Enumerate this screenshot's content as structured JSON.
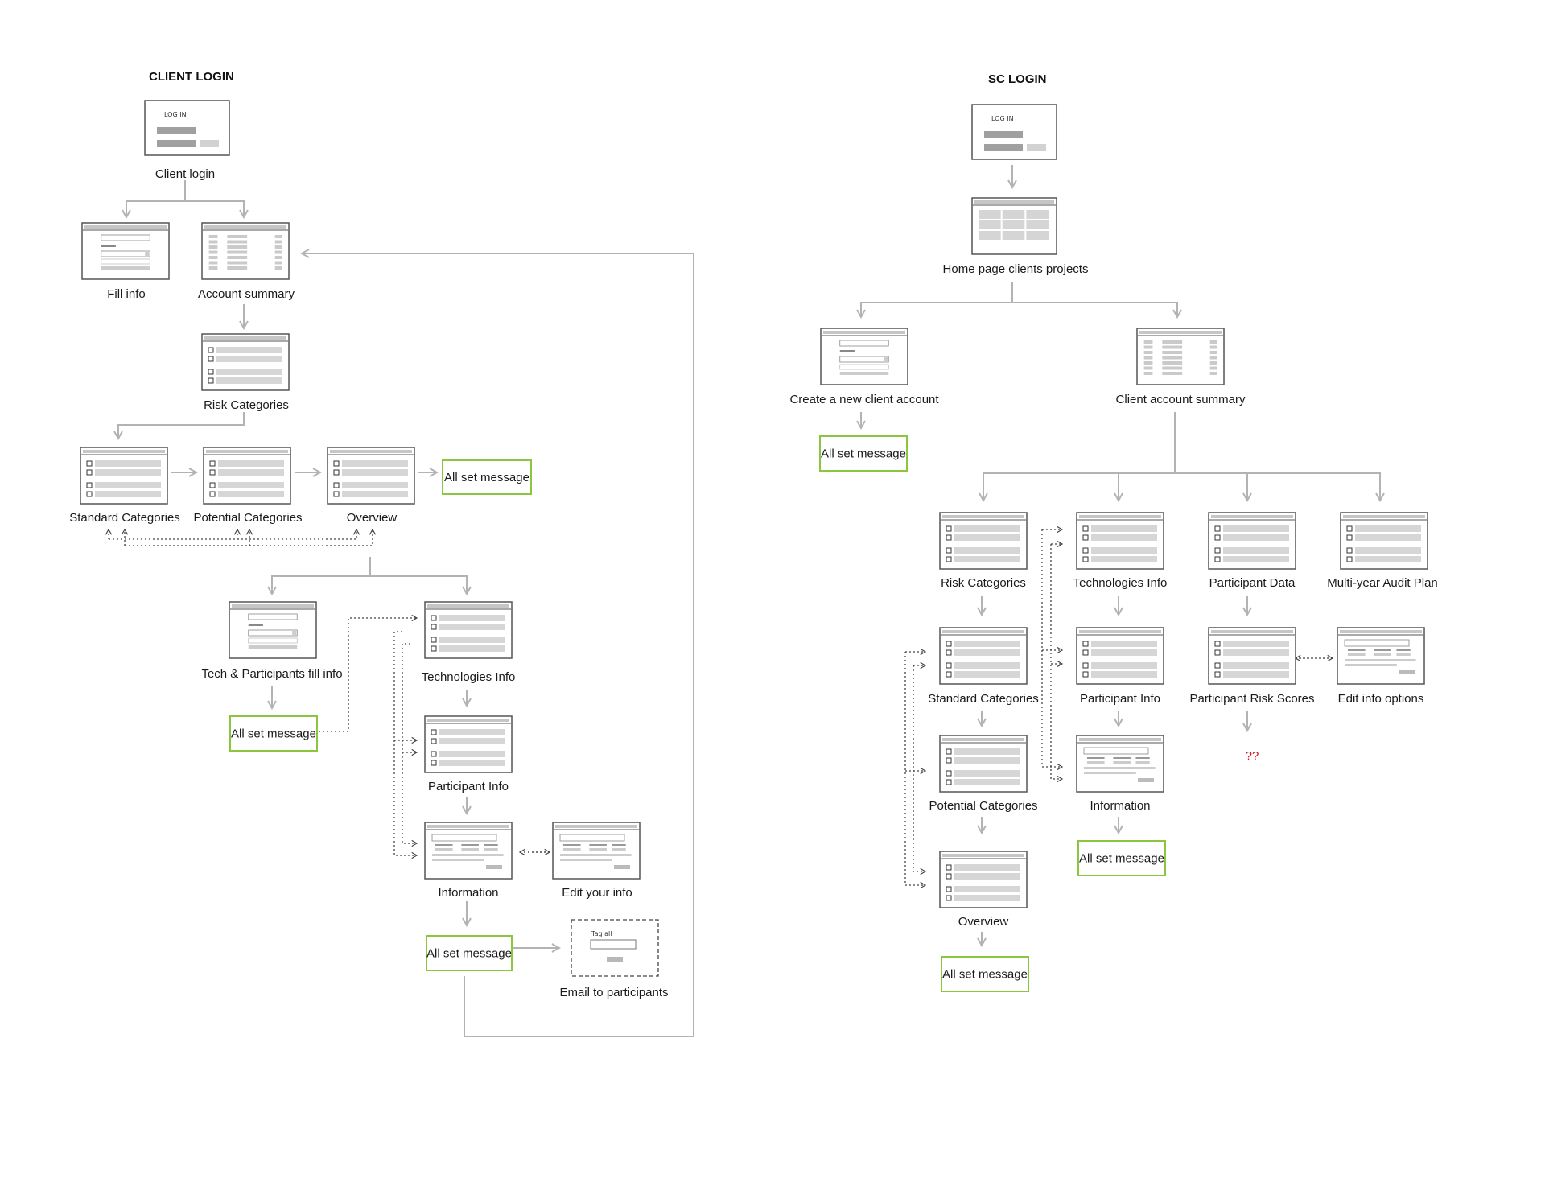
{
  "titles": {
    "client": "CLIENT LOGIN",
    "sc": "SC LOGIN"
  },
  "login_widget_text": "LOG IN",
  "email_widget_text": "Tag all",
  "colors": {
    "accent_green": "#8cc63f",
    "connector": "#b3b3b3",
    "frame": "#555555",
    "question": "#cc2020"
  },
  "nodes": {
    "client_login": "Client login",
    "fill_info": "Fill info",
    "account_summary": "Account summary",
    "risk_categories": "Risk Categories",
    "standard_categories": "Standard Categories",
    "potential_categories": "Potential Categories",
    "overview": "Overview",
    "all_set_1": "All set message",
    "tech_participants_fill": "Tech & Participants fill info",
    "all_set_2": "All set message",
    "technologies_info": "Technologies Info",
    "participant_info": "Participant Info",
    "information": "Information",
    "edit_your_info": "Edit your info",
    "all_set_3": "All set message",
    "email_participants": "Email to participants",
    "home_page": "Home page clients projects",
    "create_client": "Create a new client account",
    "all_set_sc1": "All set message",
    "client_account_summary": "Client account summary",
    "sc_risk_categories": "Risk Categories",
    "sc_technologies_info": "Technologies Info",
    "participant_data": "Participant Data",
    "multi_year_audit": "Multi-year Audit Plan",
    "sc_standard_categories": "Standard Categories",
    "sc_participant_info": "Participant Info",
    "participant_risk_scores": "Participant Risk Scores",
    "edit_info_options": "Edit info options",
    "unknown_marker": "??",
    "sc_potential_categories": "Potential Categories",
    "sc_information": "Information",
    "sc_overview": "Overview",
    "all_set_sc2": "All set message",
    "all_set_sc3": "All set message"
  }
}
